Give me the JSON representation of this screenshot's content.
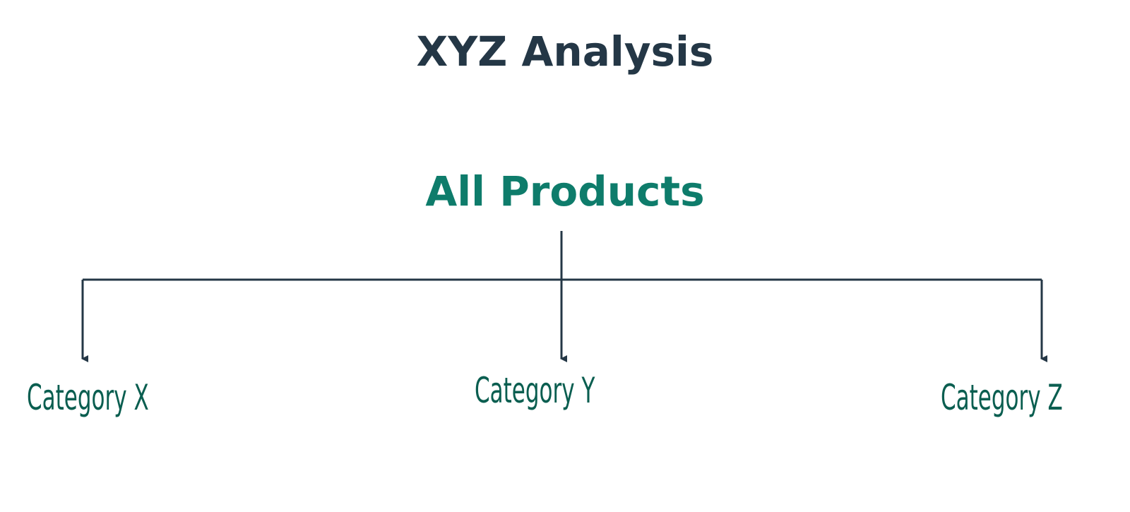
{
  "title": "XYZ Analysis",
  "root": "All Products",
  "categories": [
    "Category X",
    "Category Y",
    "Category Z"
  ],
  "colors": {
    "title": "#243746",
    "accent": "#0e7c6b",
    "category": "#0a5e50",
    "connector": "#243746"
  }
}
